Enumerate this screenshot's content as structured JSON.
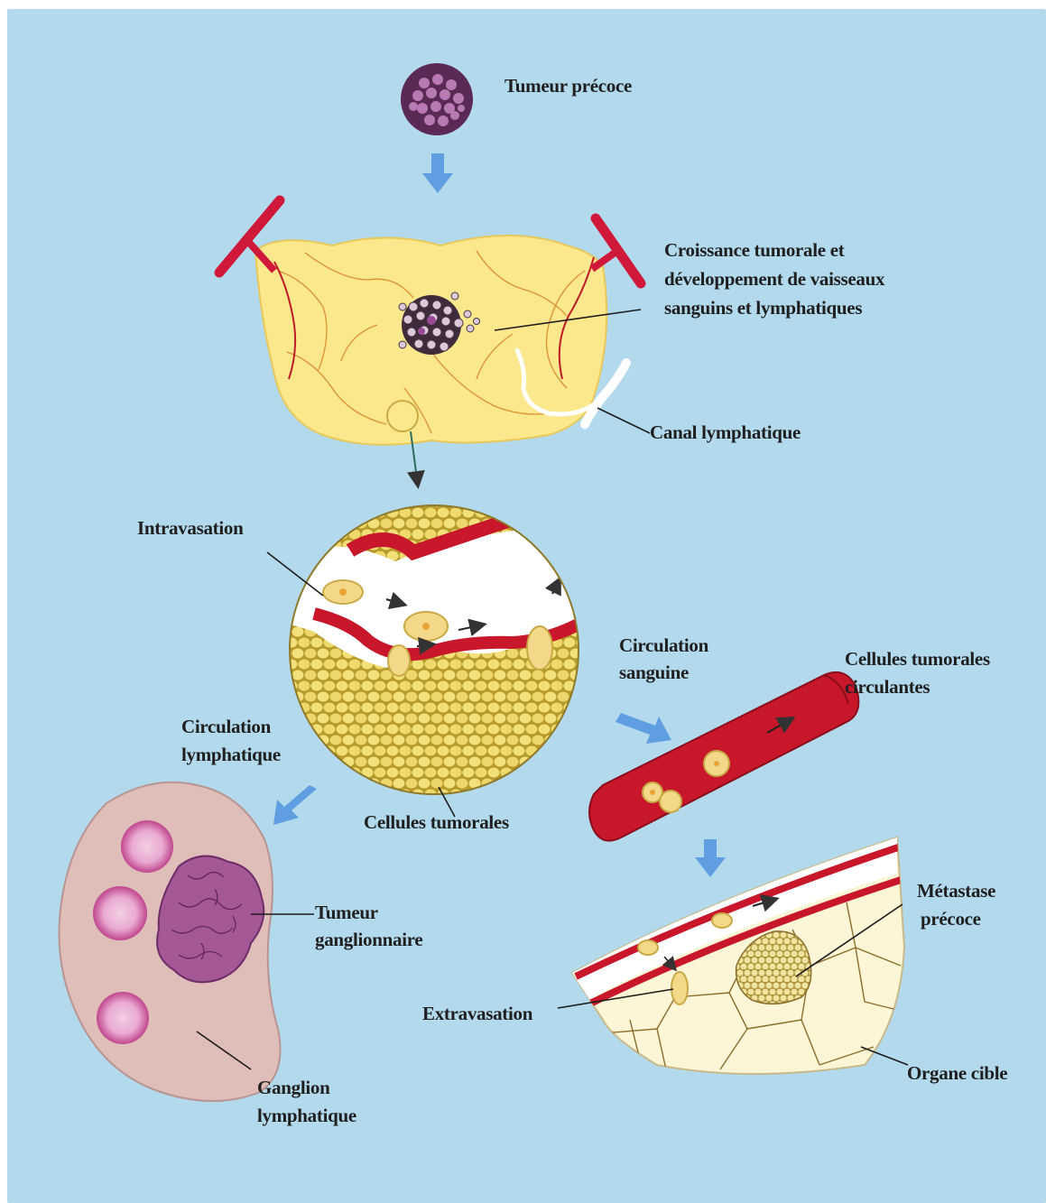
{
  "figure": {
    "background_color": "#b2d9ec",
    "labels": {
      "early_tumor": "Tumeur précoce",
      "growth": [
        "Croissance tumorale et",
        "développement de vaisseaux",
        "sanguins et lymphatiques"
      ],
      "lymph_canal": "Canal lymphatique",
      "intravasation": "Intravasation",
      "blood_circulation": [
        "Circulation",
        "sanguine"
      ],
      "circulating_cells": [
        "Cellules tumorales",
        "circulantes"
      ],
      "lymph_circulation": [
        "Circulation",
        "lymphatique"
      ],
      "tumor_cells": "Cellules tumorales",
      "node_tumor": [
        "Tumeur",
        "ganglionnaire"
      ],
      "early_metastasis": [
        "Métastase",
        "précoce"
      ],
      "extravasation": "Extravasation",
      "target_organ": "Organe cible",
      "lymph_node": [
        "Ganglion",
        "lymphatique"
      ]
    },
    "colors": {
      "arrow": "#5f9ee0",
      "tissue": "#fbe88c",
      "vessel": "#c8162a",
      "tumor_cell": "#8a4f86",
      "node": "#dfbdb8",
      "node_follicle": "#d56fae",
      "node_tumor": "#a55896",
      "organ": "#fdf6d6"
    }
  }
}
